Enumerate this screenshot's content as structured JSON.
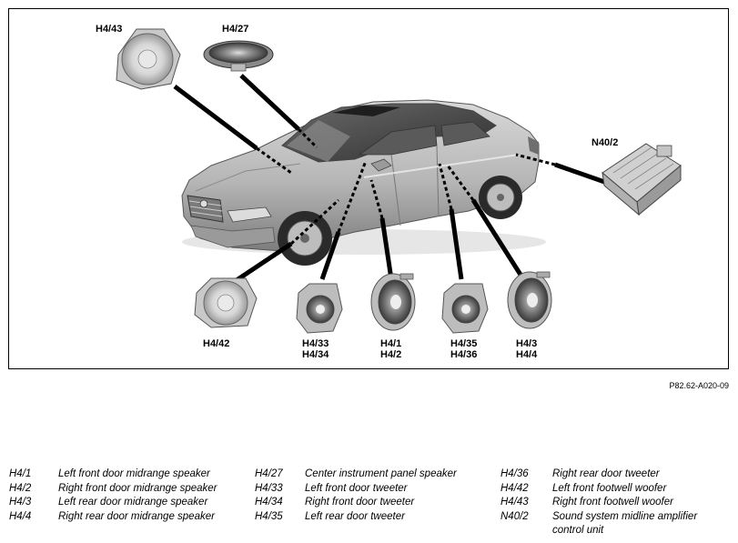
{
  "figure_id": "P82.62-A020-09",
  "labels": {
    "h4_43": "H4/43",
    "h4_27": "H4/27",
    "n40_2": "N40/2",
    "h4_42": "H4/42",
    "h4_33": "H4/33",
    "h4_34": "H4/34",
    "h4_1": "H4/1",
    "h4_2": "H4/2",
    "h4_35": "H4/35",
    "h4_36": "H4/36",
    "h4_3": "H4/3",
    "h4_4": "H4/4"
  },
  "legend": {
    "col1": [
      {
        "code": "H4/1",
        "desc": "Left front door midrange speaker"
      },
      {
        "code": "H4/2",
        "desc": "Right front door midrange speaker"
      },
      {
        "code": "H4/3",
        "desc": "Left rear door midrange speaker"
      },
      {
        "code": "H4/4",
        "desc": "Right rear door midrange speaker"
      }
    ],
    "col2": [
      {
        "code": "H4/27",
        "desc": "Center instrument panel speaker"
      },
      {
        "code": "H4/33",
        "desc": "Left front door tweeter"
      },
      {
        "code": "H4/34",
        "desc": "Right front door tweeter"
      },
      {
        "code": "H4/35",
        "desc": "Left rear door tweeter"
      }
    ],
    "col3": [
      {
        "code": "H4/36",
        "desc": "Right rear door tweeter"
      },
      {
        "code": "H4/42",
        "desc": "Left front footwell woofer"
      },
      {
        "code": "H4/43",
        "desc": "Right front footwell woofer"
      },
      {
        "code": "N40/2",
        "desc": "Sound system midline amplifier"
      },
      {
        "code": "",
        "desc": "control unit"
      }
    ]
  }
}
